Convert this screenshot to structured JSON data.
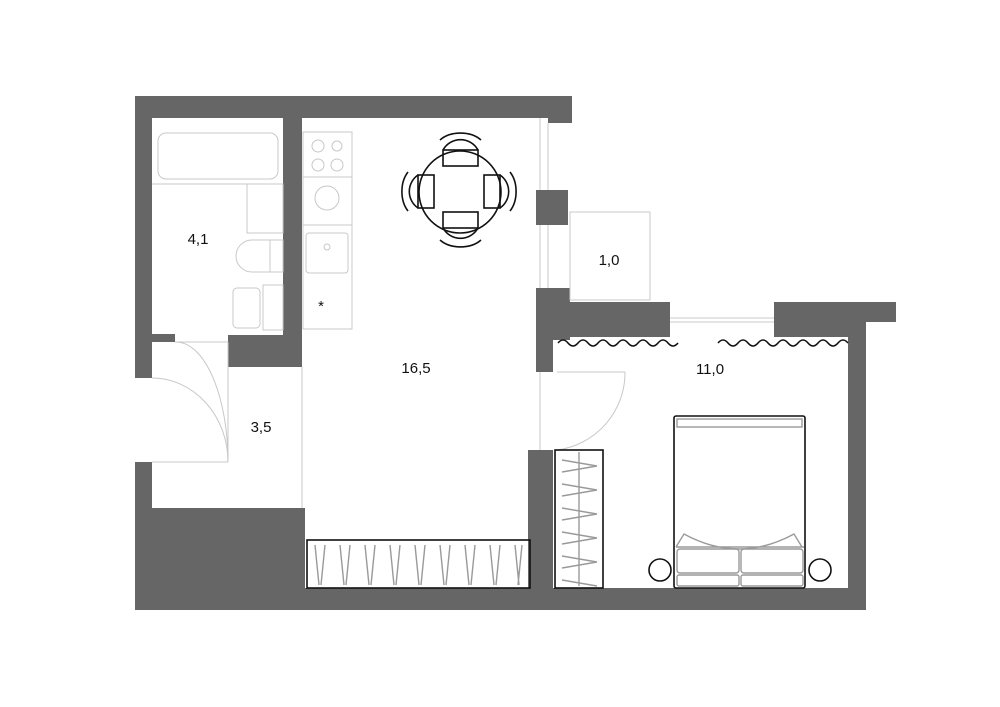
{
  "plan": {
    "rooms": [
      {
        "id": "bathroom",
        "area": "4,1"
      },
      {
        "id": "living-kitchen",
        "area": "16,5"
      },
      {
        "id": "hallway",
        "area": "3,5"
      },
      {
        "id": "balcony",
        "area": "1,0"
      },
      {
        "id": "bedroom",
        "area": "11,0"
      }
    ],
    "note_mark": "*",
    "colors": {
      "wall": "#666666",
      "furniture": "#111111",
      "fixtures": "#c8c8c8"
    }
  }
}
